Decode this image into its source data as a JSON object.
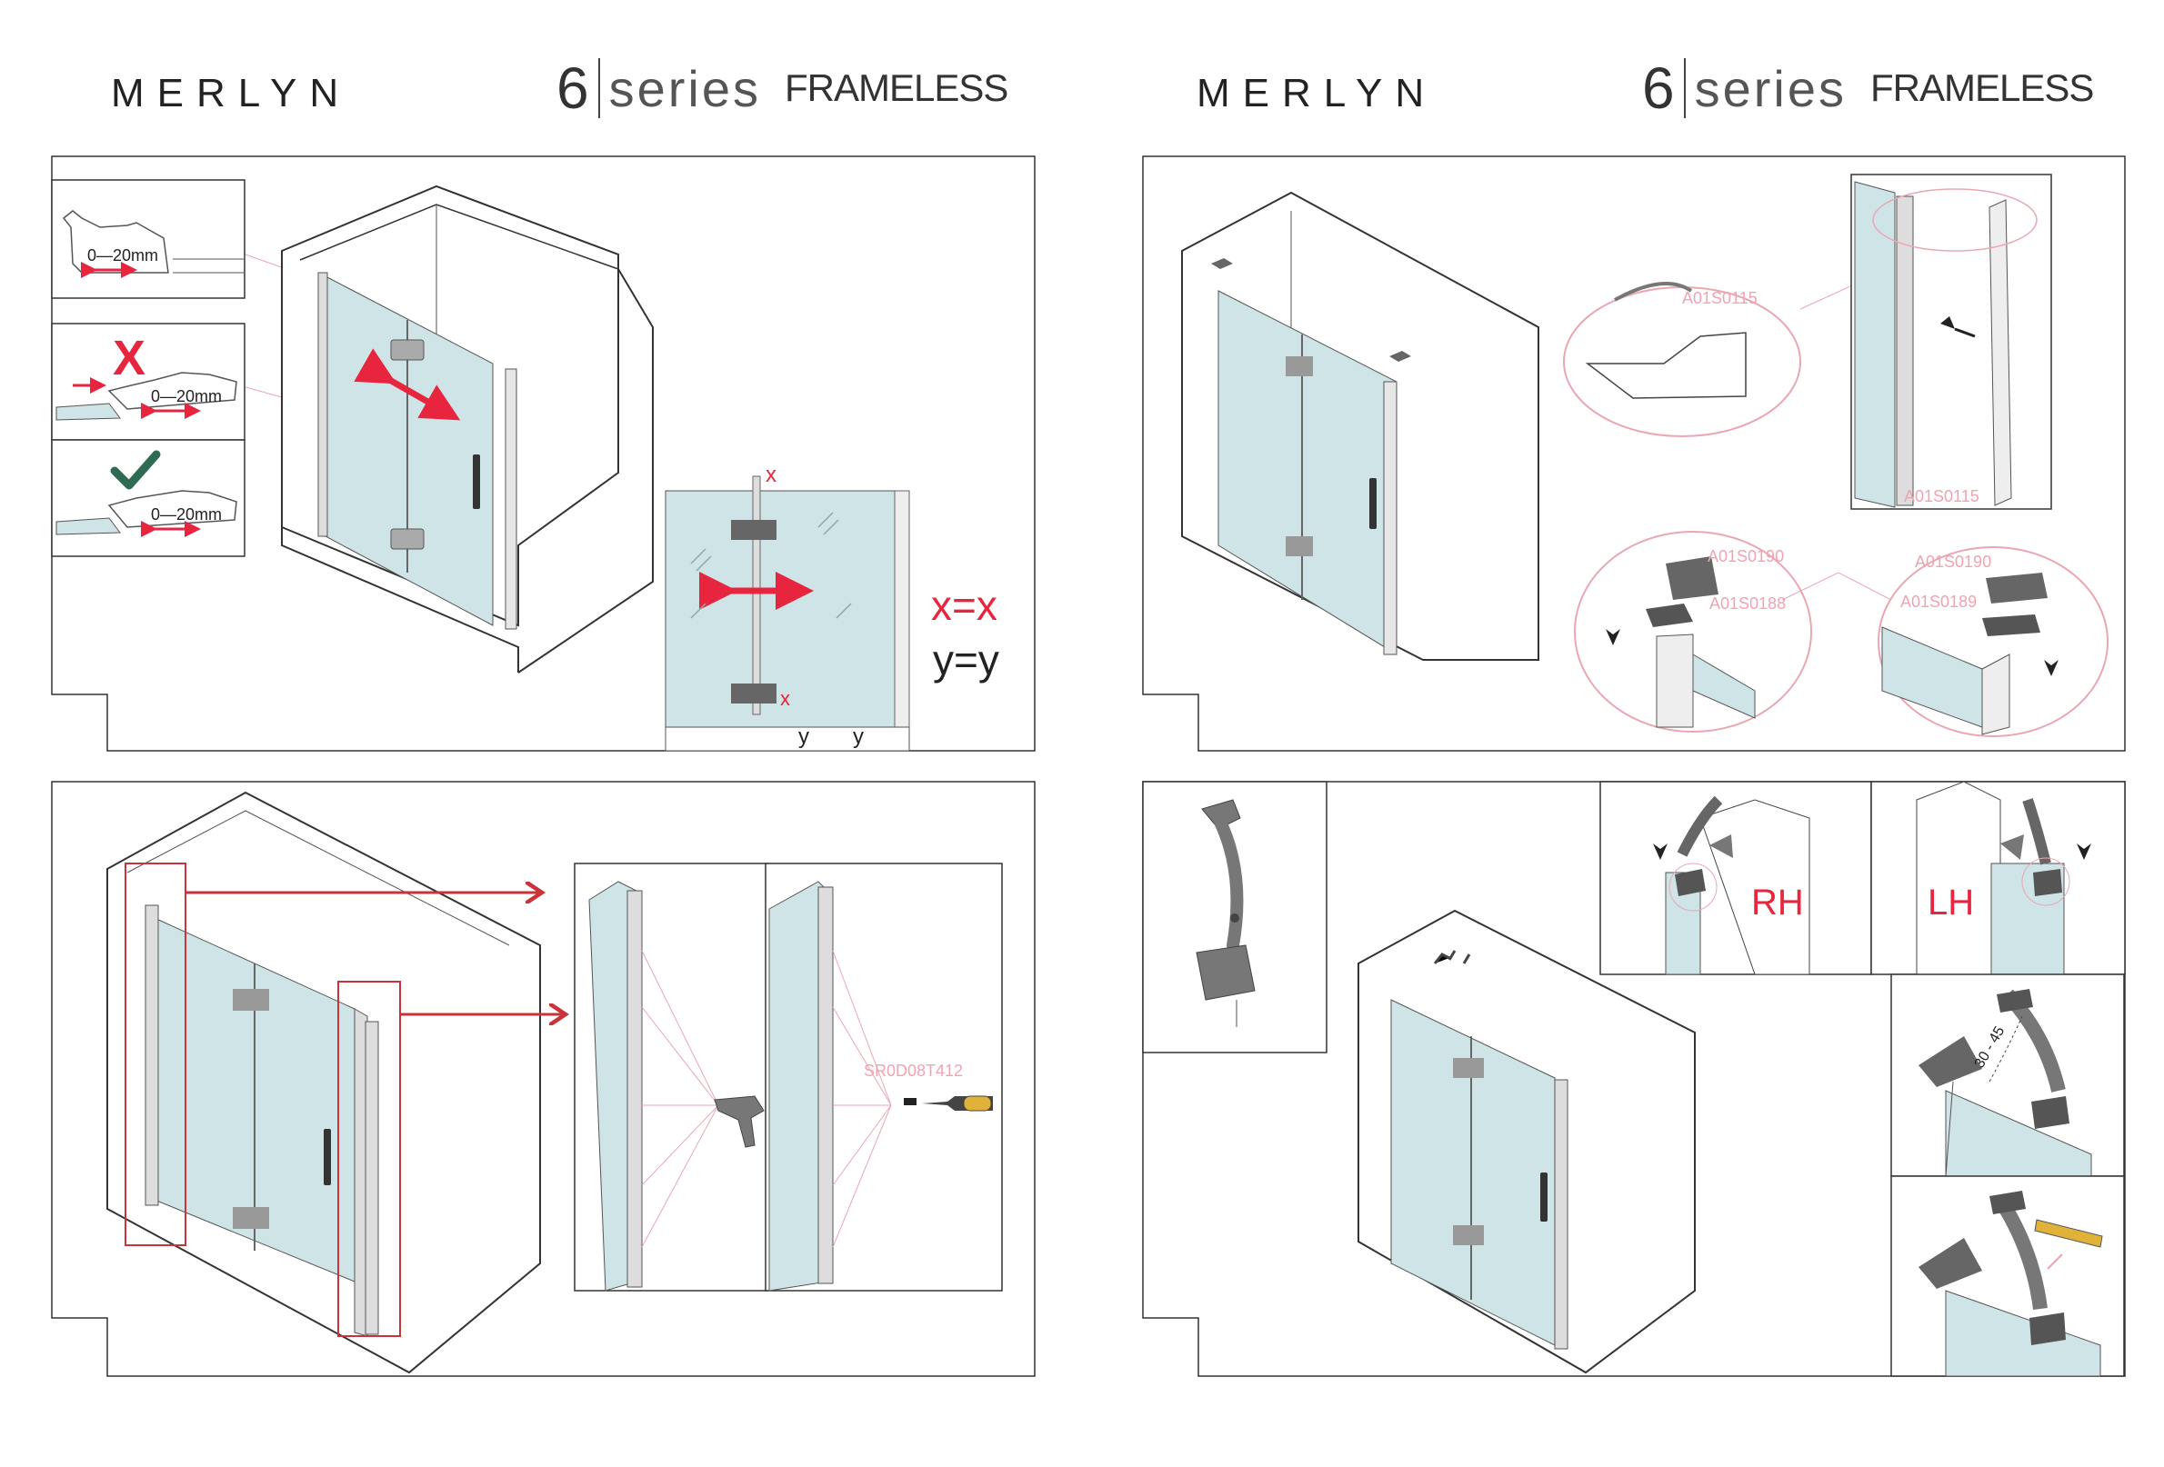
{
  "left_page": {
    "brand": "MERLYN",
    "series_number": "6",
    "series_word": "series",
    "series_type": "FRAMELESS"
  },
  "right_page": {
    "brand": "MERLYN",
    "series_number": "6",
    "series_word": "series",
    "series_type": "FRAMELESS"
  },
  "panel1": {
    "gap_label_1": "0—20mm",
    "gap_label_2": "0—20mm",
    "gap_label_3": "0—20mm",
    "wrong_mark": "X",
    "correct_mark": "✓",
    "x_mark": "x",
    "x_mark_bottom": "x",
    "y_mark_1": "y",
    "y_mark_2": "y",
    "equation_x": "x=x",
    "equation_y": "y=y"
  },
  "panel2": {
    "part_top_1": "A01S0115",
    "part_top_2": "A01S0115",
    "part_left_190": "A01S0190",
    "part_left_188": "A01S0188",
    "part_right_190": "A01S0190",
    "part_right_189": "A01S0189"
  },
  "panel3": {
    "screw_code": "SR0D08T412"
  },
  "panel4": {
    "rh_label": "RH",
    "lh_label": "LH",
    "angle_label": "30 - 45"
  },
  "colors": {
    "glass": "#cfe4e7",
    "accent_red": "#e8253f",
    "frame_red": "#c9343a",
    "check_green": "#2f6b52",
    "part_pink": "#f1a3b1",
    "hardware_gray": "#7a7d80"
  }
}
